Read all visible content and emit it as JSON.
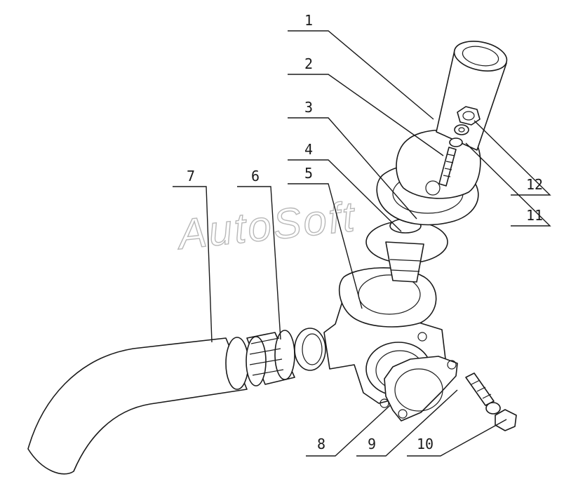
{
  "watermark": "AutoSoft",
  "labels": [
    "1",
    "2",
    "3",
    "4",
    "5",
    "6",
    "7",
    "8",
    "9",
    "10",
    "11",
    "12"
  ]
}
